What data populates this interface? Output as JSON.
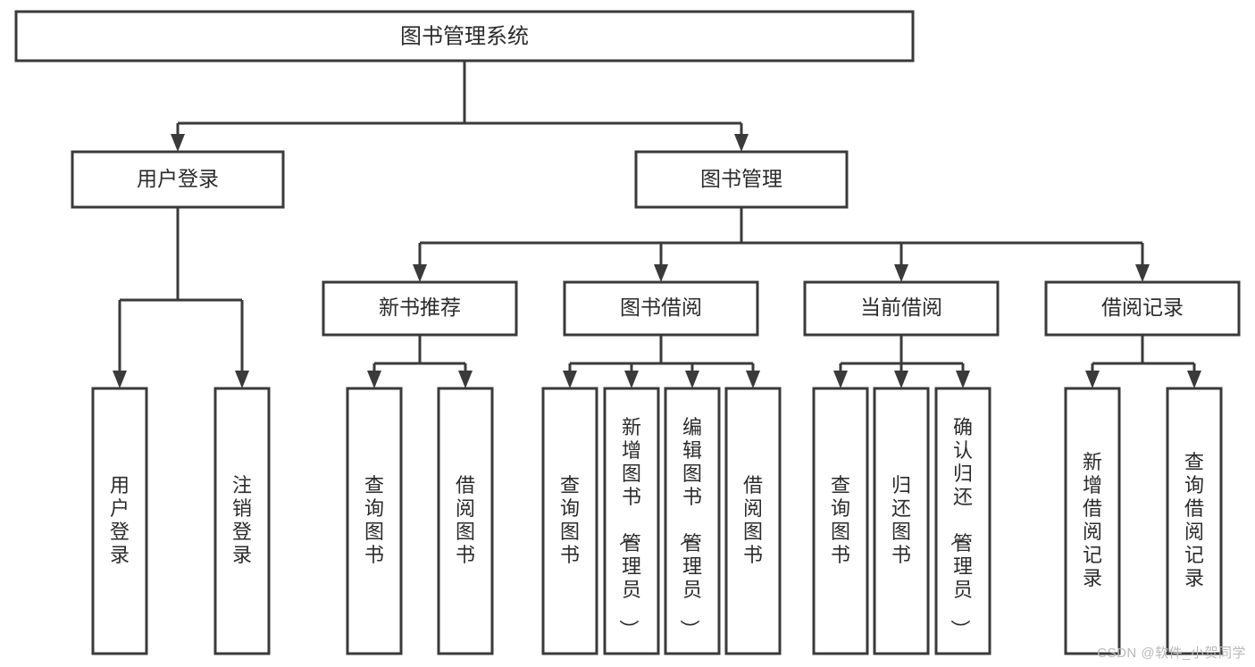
{
  "diagram": {
    "type": "tree",
    "title": "图书管理系统",
    "colors": {
      "box_stroke": "#3a3a3a",
      "box_fill": "#ffffff",
      "connector": "#3a3a3a",
      "text": "#2b2b2b",
      "watermark": "#b9b9b9",
      "background": "#ffffff"
    },
    "nodes": {
      "root": {
        "label": "图书管理系统"
      },
      "level2": [
        {
          "label": "用户登录"
        },
        {
          "label": "图书管理"
        }
      ],
      "level3": [
        {
          "label": "新书推荐"
        },
        {
          "label": "图书借阅"
        },
        {
          "label": "当前借阅"
        },
        {
          "label": "借阅记录"
        }
      ],
      "leaves": {
        "user_login": [
          {
            "label": "用户登录"
          },
          {
            "label": "注销登录"
          }
        ],
        "new_book": [
          {
            "label": "查询图书"
          },
          {
            "label": "借阅图书"
          }
        ],
        "book_borrow": [
          {
            "label": "查询图书"
          },
          {
            "label": "新增图书（管理员）"
          },
          {
            "label": "编辑图书（管理员）"
          },
          {
            "label": "借阅图书"
          }
        ],
        "current_borrow": [
          {
            "label": "查询图书"
          },
          {
            "label": "归还图书"
          },
          {
            "label": "确认归还（管理员）"
          }
        ],
        "borrow_record": [
          {
            "label": "新增借阅记录"
          },
          {
            "label": "查询借阅记录"
          }
        ]
      }
    },
    "watermark": "CSDN @软件_小贺同学"
  }
}
